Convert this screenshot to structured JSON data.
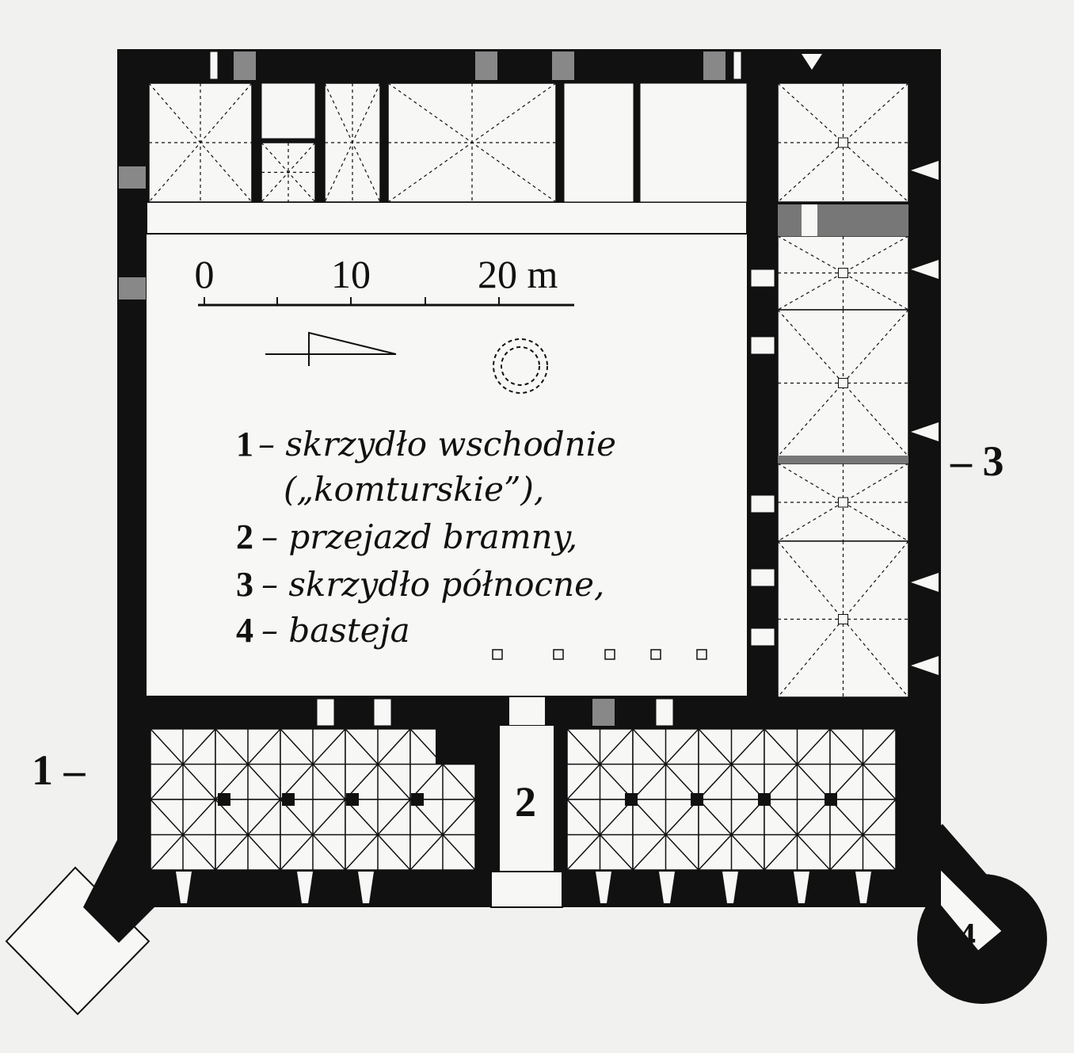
{
  "scale_bar": {
    "tick_0": "0",
    "tick_10": "10",
    "tick_20": "20 m"
  },
  "legend": {
    "items": [
      {
        "num": "1",
        "text": "– skrzydło wschodnie",
        "cont": "(„komturskie”),"
      },
      {
        "num": "2",
        "text": "– przejazd bramny,"
      },
      {
        "num": "3",
        "text": "– skrzydło północne,"
      },
      {
        "num": "4",
        "text": "– basteja"
      }
    ]
  },
  "callouts": {
    "wing_1": "1 –",
    "gate_2": "2",
    "wing_3": "– 3",
    "bastion_4": "4"
  },
  "colors": {
    "wall": "#111111",
    "paper": "#f1f1ef",
    "room": "#f7f7f5"
  }
}
